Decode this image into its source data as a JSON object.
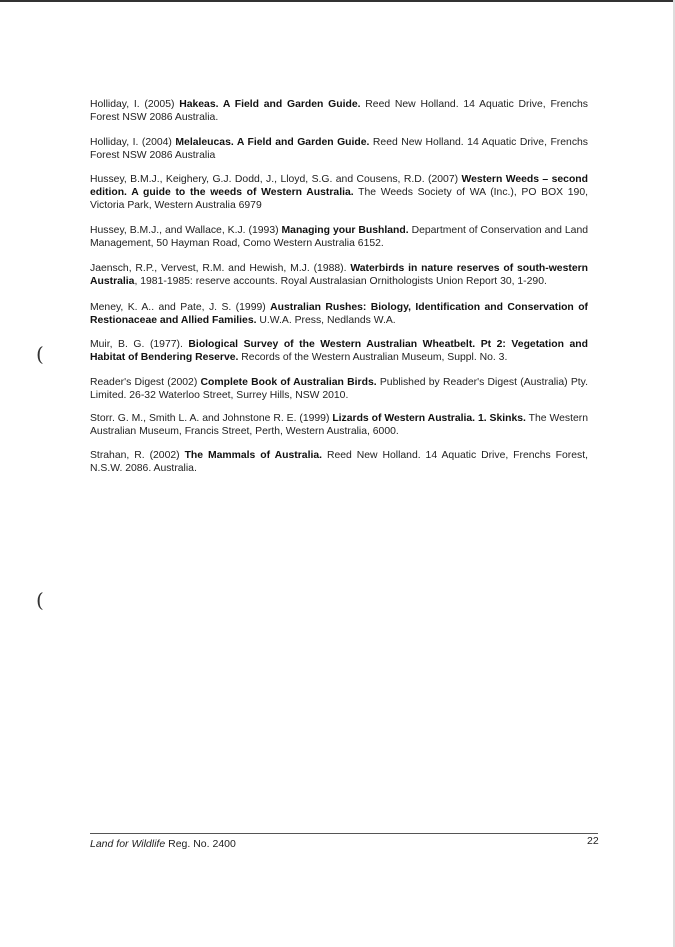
{
  "references": [
    {
      "pre": "Holliday, I. (2005) ",
      "title": "Hakeas. A Field and Garden Guide.",
      "post": " Reed New Holland. 14 Aquatic Drive, Frenchs Forest NSW 2086 Australia."
    },
    {
      "pre": "Holliday, I. (2004) ",
      "title": "Melaleucas. A Field and Garden Guide.",
      "post": " Reed New Holland. 14 Aquatic Drive, Frenchs Forest NSW 2086 Australia"
    },
    {
      "pre": "Hussey, B.M.J., Keighery, G.J. Dodd, J., Lloyd, S.G. and Cousens, R.D. (2007) ",
      "title": "Western Weeds – second edition. A guide to the weeds of Western Australia.",
      "post": " The Weeds Society of WA (Inc.), PO BOX 190, Victoria Park, Western Australia 6979"
    },
    {
      "pre": "Hussey, B.M.J., and Wallace, K.J. (1993) ",
      "title": "Managing your Bushland.",
      "post": " Department of Conservation and Land Management, 50 Hayman Road, Como Western Australia 6152."
    },
    {
      "pre": "Jaensch, R.P., Vervest, R.M. and Hewish, M.J. (1988).  ",
      "title": "Waterbirds in nature reserves of south-western Australia",
      "post": ", 1981-1985:  reserve accounts.  Royal Australasian Ornithologists Union Report 30, 1-290."
    },
    {
      "pre": "Meney, K. A.. and Pate, J. S. (1999) ",
      "title": "Australian Rushes: Biology, Identification and Conservation of Restionaceae and Allied Families.",
      "post": " U.W.A. Press, Nedlands W.A."
    },
    {
      "pre": "Muir, B. G. (1977). ",
      "title": "Biological Survey of the Western Australian Wheatbelt. Pt 2: Vegetation and Habitat of Bendering Reserve.",
      "post": " Records of the Western Australian Museum, Suppl. No. 3."
    },
    {
      "pre": "Reader's Digest (2002) ",
      "title": "Complete Book of Australian Birds.",
      "post": " Published by Reader's Digest (Australia) Pty. Limited. 26-32 Waterloo Street, Surrey Hills, NSW 2010."
    },
    {
      "pre": "Storr. G. M., Smith L. A. and Johnstone R. E. (1999) ",
      "title": "Lizards of Western Australia. 1. Skinks.",
      "post": " The Western Australian Museum, Francis Street, Perth, Western Australia, 6000."
    },
    {
      "pre": "Strahan, R. (2002) ",
      "title": "The Mammals of Australia.",
      "post": " Reed New Holland. 14 Aquatic Drive, Frenchs Forest, N.S.W. 2086. Australia."
    }
  ],
  "footer": {
    "italic": "Land for Wildlife",
    "rest": " Reg. No. 2400",
    "page": "22"
  }
}
